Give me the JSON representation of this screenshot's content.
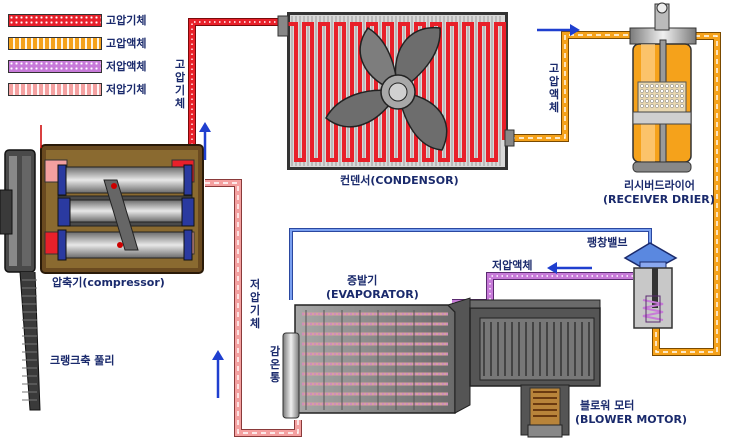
{
  "legend": [
    {
      "label": "고압기체",
      "color": "#e8202a",
      "pattern": "dots"
    },
    {
      "label": "고압액체",
      "color": "#f5a21b",
      "pattern": "dash"
    },
    {
      "label": "저압액체",
      "color": "#c77ad8",
      "pattern": "dots"
    },
    {
      "label": "저압기체",
      "color": "#f4a0a0",
      "pattern": "dash"
    }
  ],
  "labels": {
    "high_gas_vertical": "고압기체",
    "condenser": "컨덴서(CONDENSOR)",
    "high_liquid_vertical": "고압액체",
    "receiver_drier_kr": "리시버드라이어",
    "receiver_drier_en": "(RECEIVER DRIER)",
    "expansion_valve": "팽창밸브",
    "low_liquid": "저압액체",
    "evaporator_kr": "증발기",
    "evaporator_en": "(EVAPORATOR)",
    "low_gas_vertical": "저압기체",
    "compressor": "압축기(compressor)",
    "sensing_bulb": "감온통",
    "crank_pulley": "크랭크축 풀리",
    "blower_kr": "블로워 모터",
    "blower_en": "(BLOWER MOTOR)"
  },
  "colors": {
    "high_gas": "#e8202a",
    "high_liquid": "#f5a21b",
    "low_liquid": "#c77ad8",
    "low_gas": "#f4a0a0",
    "sensing_line": "#4a78d8",
    "arrow": "#1f3fcf"
  }
}
